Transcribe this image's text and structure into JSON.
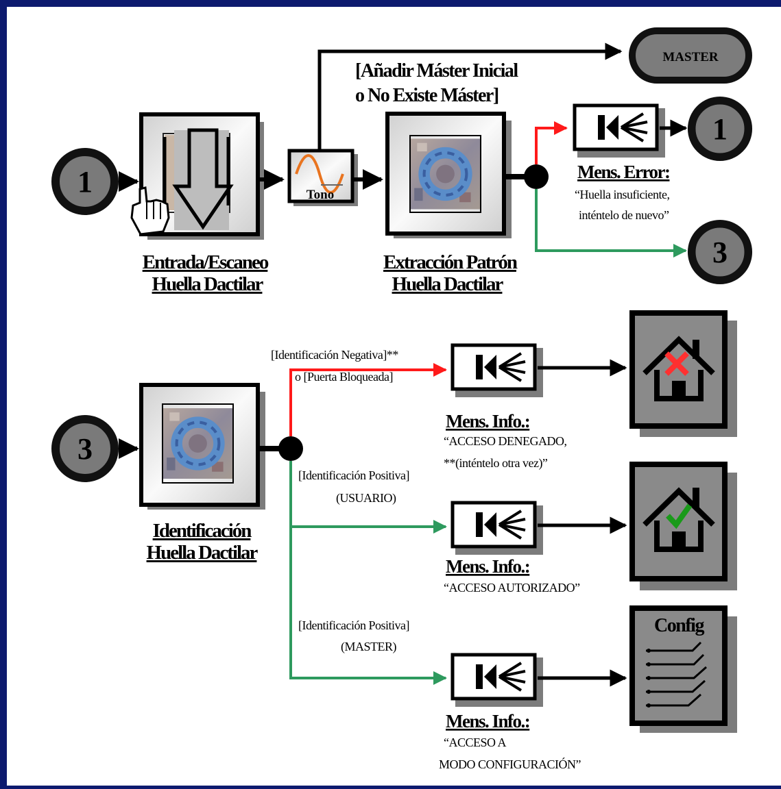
{
  "start_badge_1": "1",
  "start_badge_3": "3",
  "top": {
    "scan_title": [
      "Entrada/Escaneo",
      "Huella Dactilar"
    ],
    "tone_label": "Tono",
    "extract_title": [
      "Extracción Patrón",
      "Huella Dactilar"
    ],
    "branch_label": [
      "[Añadir Máster Inicial",
      "o No Existe Máster]"
    ],
    "master_label": "MASTER",
    "error_title": "Mens. Error:",
    "error_text": [
      "“Huella insuficiente,",
      "inténtelo de nuevo”"
    ],
    "loop_badge": "1",
    "next_badge": "3"
  },
  "bottom": {
    "ident_title": [
      "Identificación",
      "Huella Dactilar"
    ],
    "denied_condition": [
      "[Identificación Negativa]**",
      "o [Puerta Bloqueada]"
    ],
    "denied_title": "Mens. Info.:",
    "denied_text": [
      "“ACCESO DENEGADO,",
      "**(inténtelo otra vez)”"
    ],
    "user_condition": [
      "[Identificación Positiva]",
      "(USUARIO)"
    ],
    "user_title": "Mens. Info.:",
    "user_text": "“ACCESO AUTORIZADO”",
    "master_condition": [
      "[Identificación Positiva]",
      "(MASTER)"
    ],
    "master_title": "Mens. Info.:",
    "master_text": [
      "“ACCESO A",
      "MODO CONFIGURACIÓN”"
    ],
    "config_label": "Config"
  },
  "colors": {
    "background": "#0d1a6e",
    "error_line": "#ff1a1a",
    "ok_line": "#2e9a5e",
    "badge_fill": "#7a7a7a",
    "badge_ring": "#111111",
    "door_fill": "#8a8a8a"
  },
  "icons": {
    "speaker": "speaker-icon",
    "scan": "fingerprint-scan-icon",
    "fingerprint": "fingerprint-icon",
    "tone": "sine-wave-icon",
    "denied": "house-denied-icon",
    "authorized": "house-authorized-icon",
    "config": "config-document-icon",
    "hand": "pointing-hand-icon"
  }
}
